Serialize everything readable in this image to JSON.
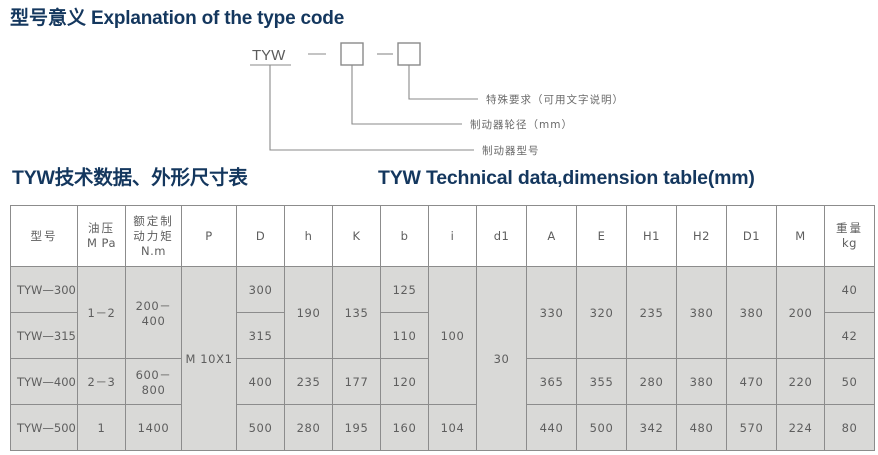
{
  "section_explanation": {
    "title_cn": "型号意义",
    "title_en": "Explanation of the type code",
    "diagram": {
      "code_label": "TYW",
      "dash1": "—",
      "dash2": "—",
      "box1": "",
      "box2": "",
      "notes": [
        "特殊要求（可用文字说明）",
        "制动器轮径（mm）",
        "制动器型号"
      ]
    }
  },
  "section_table": {
    "heading_cn": "TYW技术数据、外形尺寸表",
    "heading_en": "TYW Technical data,dimension table(mm)",
    "columns": [
      "型号",
      "油压\nM Pa",
      "额定制\n动力矩\nN.m",
      "P",
      "D",
      "h",
      "K",
      "b",
      "i",
      "d1",
      "A",
      "E",
      "H1",
      "H2",
      "D1",
      "M",
      "重量\nkg"
    ],
    "columns_split": {
      "c0": "型号",
      "c1_l1": "油压",
      "c1_l2": "M Pa",
      "c2_l1": "额定制",
      "c2_l2": "动力矩",
      "c2_l3": "N.m",
      "c3": "P",
      "c4": "D",
      "c5": "h",
      "c6": "K",
      "c7": "b",
      "c8": "i",
      "c9": "d1",
      "c10": "A",
      "c11": "E",
      "c12": "H1",
      "c13": "H2",
      "c14": "D1",
      "c15": "M",
      "c16_l1": "重量",
      "c16_l2": "kg"
    },
    "rows": [
      {
        "model": "TYW—300",
        "oil_pressure": "1－2",
        "rated_torque": "200－400",
        "P": "M 10X1",
        "D": "300",
        "h": "190",
        "K": "135",
        "b": "125",
        "i": "100",
        "d1": "30",
        "A": "330",
        "E": "320",
        "H1": "235",
        "H2": "380",
        "D1": "380",
        "M": "200",
        "weight": "40"
      },
      {
        "model": "TYW—315",
        "D": "315",
        "b": "110",
        "weight": "42"
      },
      {
        "model": "TYW—400",
        "oil_pressure": "2－3",
        "rated_torque": "600－800",
        "D": "400",
        "h": "235",
        "K": "177",
        "b": "120",
        "A": "365",
        "E": "355",
        "H1": "280",
        "H2": "380",
        "D1": "470",
        "M": "220",
        "weight": "50"
      },
      {
        "model": "TYW—500",
        "oil_pressure": "1",
        "rated_torque": "1400",
        "D": "500",
        "h": "280",
        "K": "195",
        "b": "160",
        "i": "104",
        "A": "440",
        "E": "500",
        "H1": "342",
        "H2": "480",
        "D1": "570",
        "M": "224",
        "weight": "80"
      }
    ]
  },
  "colors": {
    "heading": "#14375e",
    "table_border": "#8c8c8c",
    "row_bg": "#d9d9d7",
    "header_bg": "#ffffff",
    "text": "#5e5e5e"
  }
}
